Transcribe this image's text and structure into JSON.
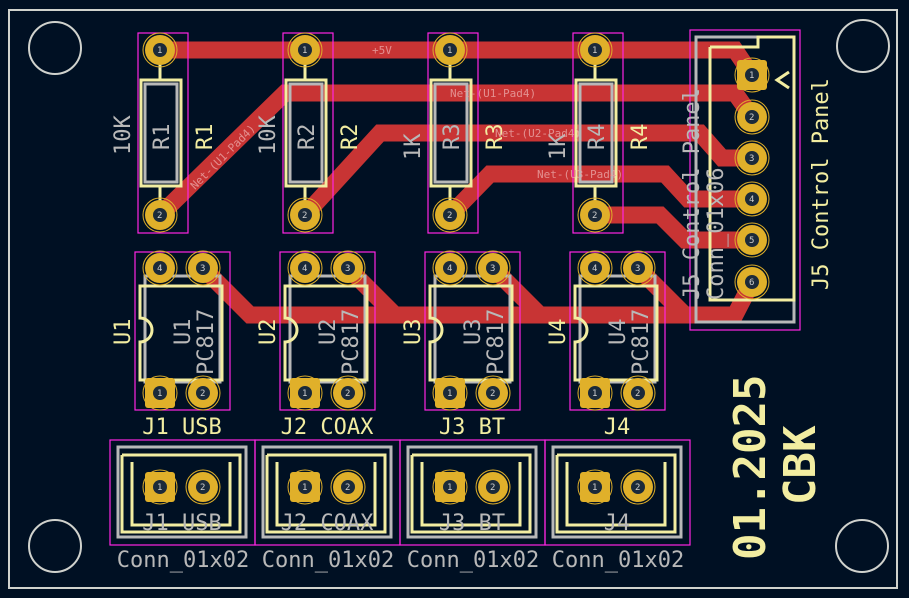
{
  "colors": {
    "background": "#001023",
    "copper": "#c83434",
    "pad": "#e0b02a",
    "silkscreen": "#f2eda1",
    "fab": "#b8b8b8",
    "courtyard": "#ff26e2",
    "edge": "#d0d2cd"
  },
  "nets": {
    "vcc": "+5V",
    "u1": "Net-(U1-Pad4)",
    "u2": "Net-(U2-Pad4)",
    "u3": "Net-(U3-Pad4)"
  },
  "resistors": [
    {
      "ref": "R1",
      "value": "10K"
    },
    {
      "ref": "R2",
      "value": "10K"
    },
    {
      "ref": "R3",
      "value": "1K"
    },
    {
      "ref": "R4",
      "value": "1K"
    }
  ],
  "optocouplers": [
    {
      "ref": "U1",
      "value": "PC817"
    },
    {
      "ref": "U2",
      "value": "PC817"
    },
    {
      "ref": "U3",
      "value": "PC817"
    },
    {
      "ref": "U4",
      "value": "PC817"
    }
  ],
  "connectors": [
    {
      "label": "J1 USB",
      "value": "Conn_01x02"
    },
    {
      "label": "J2 COAX",
      "value": "Conn_01x02"
    },
    {
      "label": "J3 BT",
      "value": "Conn_01x02"
    },
    {
      "label": "J4",
      "value": "Conn_01x02"
    }
  ],
  "j5": {
    "label": "J5 Control Panel",
    "value": "Conn_01x06",
    "pins": [
      "1",
      "2",
      "3",
      "4",
      "5",
      "6"
    ]
  },
  "board_text": {
    "date": "01.2025",
    "author": "CBK"
  }
}
